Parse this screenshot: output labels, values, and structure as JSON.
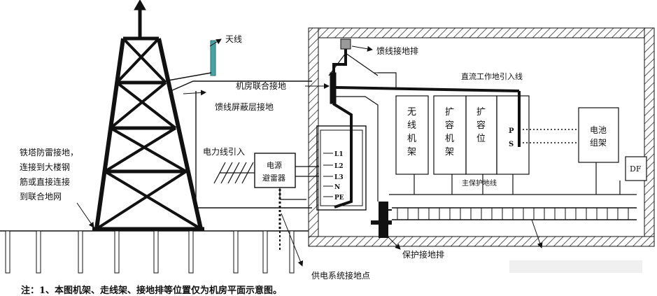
{
  "labels": {
    "antenna": "天线",
    "feeder_ground_bar": "馈线接地排",
    "dc_ground_lead": "直流工作地引入线",
    "room_joint_ground": "机房联合接地",
    "feeder_shield_ground": "馈线屏蔽层接地",
    "tower_ground_note": [
      "铁塔防雷接地，",
      "连接到大楼钢",
      "筋或直接连接",
      "到联合地网"
    ],
    "power_line_in": "电力线引入",
    "arrester": [
      "电源",
      "避雷器"
    ],
    "main_pe_line": "主保护地线",
    "protect_ground_bar": "保护接地排",
    "supply_ground_point": "供电系统接地点",
    "note": "注：1、本图机架、走线架、接地排等位置仅为机房平面示意图。"
  },
  "equipment": [
    {
      "id": "radio-rack",
      "text": "无线机架"
    },
    {
      "id": "expansion-rack",
      "text": "扩容机架"
    },
    {
      "id": "expansion-slot",
      "text": "扩容位"
    },
    {
      "id": "battery-rack",
      "text": [
        "电池",
        "组架"
      ]
    },
    {
      "id": "df",
      "text": "DF"
    }
  ],
  "terminals": [
    "L1",
    "L2",
    "L3",
    "N",
    "PE"
  ],
  "ps_terminals": [
    "P",
    "S"
  ],
  "colors": {
    "antenna": "#4aa3a3",
    "line": "#111111",
    "bar": "#9a9a9a"
  }
}
